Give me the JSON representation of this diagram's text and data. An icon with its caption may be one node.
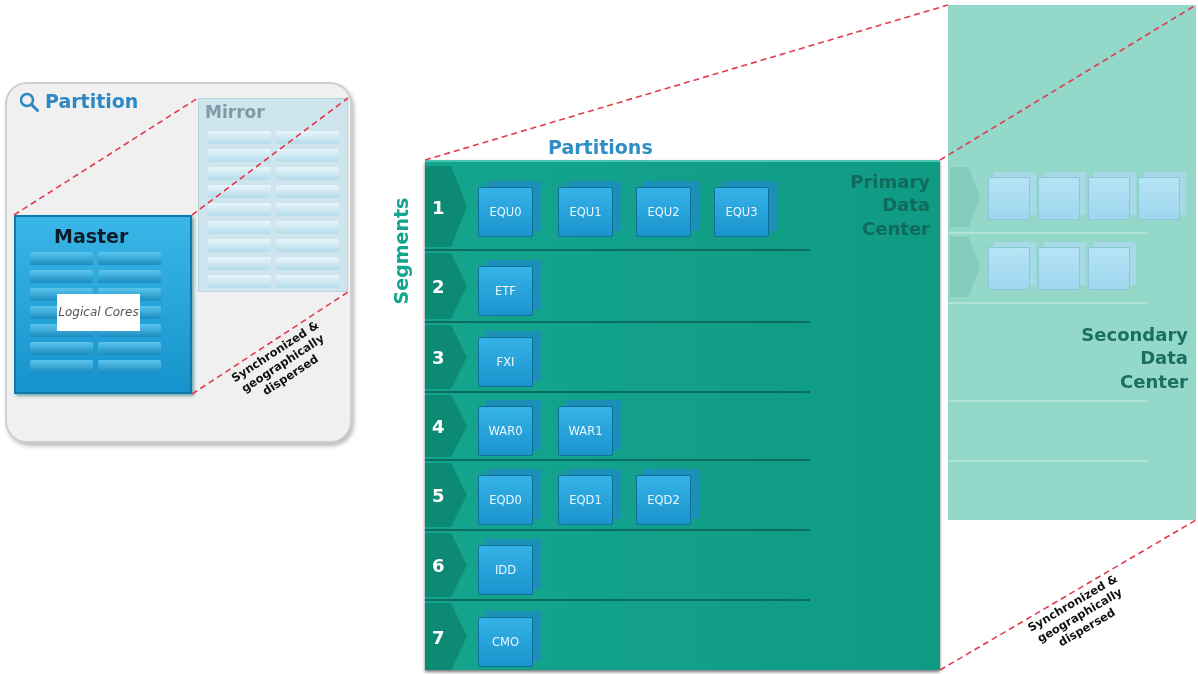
{
  "diagram": {
    "nodes": [
      {
        "text": [
          "Partition"
        ]
      },
      {
        "text": [
          "Mirror"
        ],
        "in": 0
      },
      {
        "text": [
          "Master"
        ],
        "in": 0
      },
      {
        "text": [
          "Logical Cores"
        ],
        "in": 2
      },
      {
        "text": [
          "Secondary Data Center"
        ]
      },
      {
        "text": [],
        "shape": "chevron",
        "in": 4
      },
      {
        "text": [],
        "shape": "box",
        "in": 4
      },
      {
        "text": [],
        "shape": "box",
        "in": 4
      },
      {
        "text": [],
        "shape": "box",
        "in": 4
      },
      {
        "text": [],
        "shape": "box",
        "in": 4
      },
      {
        "text": [],
        "shape": "chevron",
        "in": 4
      },
      {
        "text": [],
        "shape": "box",
        "in": 4
      },
      {
        "text": [],
        "shape": "box",
        "in": 4
      },
      {
        "text": [],
        "shape": "box",
        "in": 4
      },
      {
        "text": [
          "Primary Data Center"
        ]
      },
      {
        "text": [
          "1"
        ],
        "in": 14
      },
      {
        "text": [
          "EQU0"
        ],
        "in": 14
      },
      {
        "text": [
          "EQU1"
        ],
        "in": 14
      },
      {
        "text": [
          "EQU2"
        ],
        "in": 14
      },
      {
        "text": [
          "EQU3"
        ],
        "in": 14
      },
      {
        "text": [
          "2"
        ],
        "in": 14
      },
      {
        "text": [
          "ETF"
        ],
        "in": 14
      },
      {
        "text": [
          "3"
        ],
        "in": 14
      },
      {
        "text": [
          "FXI"
        ],
        "in": 14
      },
      {
        "text": [
          "4"
        ],
        "in": 14
      },
      {
        "text": [
          "WAR0"
        ],
        "in": 14
      },
      {
        "text": [
          "WAR1"
        ],
        "in": 14
      },
      {
        "text": [
          "5"
        ],
        "in": 14
      },
      {
        "text": [
          "EQD0"
        ],
        "in": 14
      },
      {
        "text": [
          "EQD1"
        ],
        "in": 14
      },
      {
        "text": [
          "EQD2"
        ],
        "in": 14
      },
      {
        "text": [
          "6"
        ],
        "in": 14
      },
      {
        "text": [
          "IDD"
        ],
        "in": 14
      },
      {
        "text": [
          "7"
        ],
        "in": 14
      },
      {
        "text": [
          "CMO"
        ],
        "in": 14
      }
    ],
    "edges": [
      {
        "from": 2,
        "to": 1,
        "arrow": "none",
        "style": "dashed"
      },
      {
        "from": 2,
        "to": 1,
        "arrow": "none",
        "style": "dashed"
      },
      {
        "from": 2,
        "to": 1,
        "arrow": "none",
        "style": "dashed",
        "label": "Synchronized & geographically dispersed"
      },
      {
        "from": 14,
        "to": 4,
        "arrow": "none",
        "style": "dashed"
      },
      {
        "from": 14,
        "to": 4,
        "arrow": "none",
        "style": "dashed"
      },
      {
        "from": 14,
        "to": 4,
        "arrow": "none",
        "style": "dashed",
        "label": "Synchronized & geographically dispersed"
      }
    ],
    "labels": [
      "Partitions",
      "Segments"
    ]
  }
}
